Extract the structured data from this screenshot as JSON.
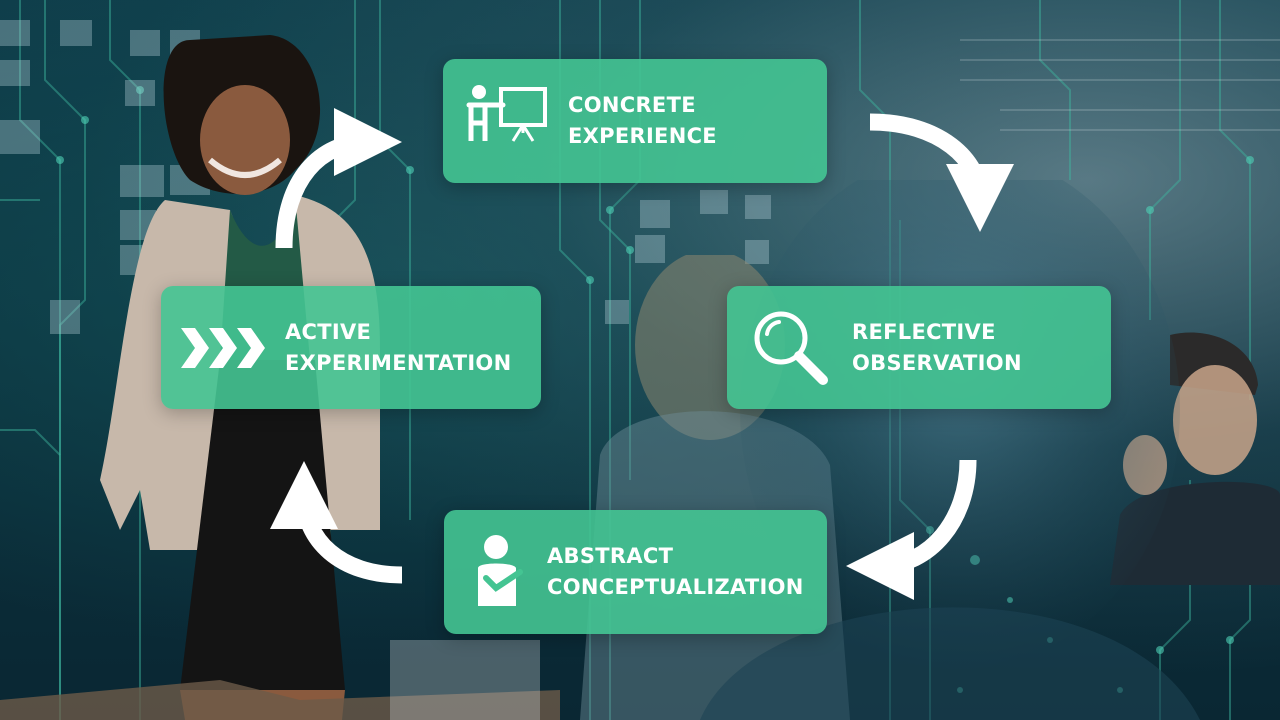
{
  "cycle": {
    "stages": [
      {
        "id": "concrete",
        "line1": "CONCRETE",
        "line2": "EXPERIENCE",
        "icon": "presenter-board-icon"
      },
      {
        "id": "reflective",
        "line1": "REFLECTIVE",
        "line2": "OBSERVATION",
        "icon": "magnifying-glass-icon"
      },
      {
        "id": "abstract",
        "line1": "ABSTRACT",
        "line2": "CONCEPTUALIZATION",
        "icon": "thinking-person-icon"
      },
      {
        "id": "active",
        "line1": "ACTIVE",
        "line2": "EXPERIMENTATION",
        "icon": "triple-chevron-icon"
      }
    ],
    "arrow_direction": "clockwise"
  },
  "colors": {
    "box": "#44c492",
    "text": "#ffffff",
    "arrow": "#ffffff",
    "background": "#0d3340",
    "circuit": "#3fb8a0"
  }
}
